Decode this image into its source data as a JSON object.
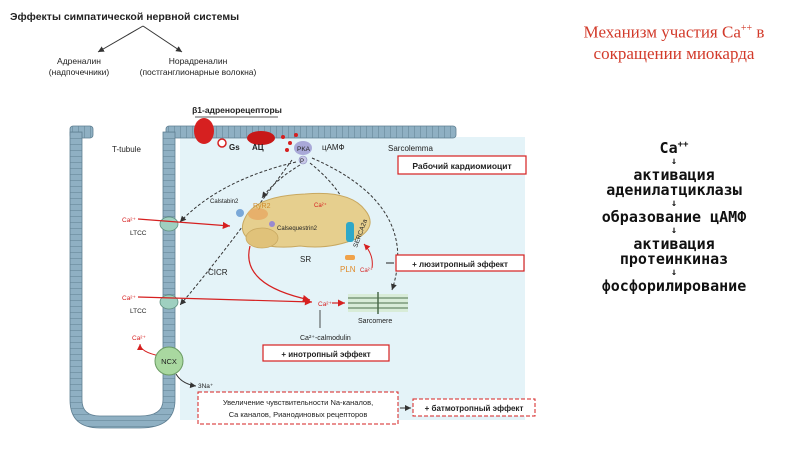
{
  "diagram": {
    "heading": "Эффекты симпатической нервной системы",
    "adrenaline": "Адреналин",
    "adrenaline_source": "(надпочечники)",
    "noradrenaline": "Норадреналин",
    "noradrenaline_source": "(постганглионарные волокна)",
    "receptors": "β1-адренорецепторы",
    "gs": "Gs",
    "ac": "АЦ",
    "pka": "PKA",
    "camp": "цАМФ",
    "p": "P",
    "t_tubule": "T-tubule",
    "sarcolemma": "Sarcolemma",
    "cell_label": "Рабочий кардиомиоцит",
    "calstabin": "Calstabin2",
    "ryr": "RyR2",
    "calsequestrin": "Calsequestrin2",
    "serca": "SERCA2a",
    "sr": "SR",
    "pln": "PLN",
    "ca": "Ca²⁺",
    "ltcc": "LTCC",
    "cicr": "CICR",
    "lusitropic": "+ люзитропный эффект",
    "sarcomere": "Sarcomere",
    "calmodulin": "Ca²⁺-calmodulin",
    "inotropic": "+ инотропный эффект",
    "ncx": "NCX",
    "na": "3Na⁺",
    "sensitivity_line1": "Увеличение чувствительности Na-каналов,",
    "sensitivity_line2": "Ca каналов, Рианодиновых рецепторов",
    "bathmotropic": "+ батмотропный эффект"
  },
  "title": {
    "line1_prefix": "Механизм участия Ca",
    "line1_sup": "++",
    "line1_suffix": " в",
    "line2": "сокращении миокарда"
  },
  "chain": {
    "ion": "Ca",
    "ion_charge": "++",
    "arrow": "↓",
    "step1_line1": "активация",
    "step1_line2": "аденилатциклазы",
    "step2": "образование цАМФ",
    "step3_line1": "активация",
    "step3_line2": "протеинкиназ",
    "step4": "фосфорилирование"
  },
  "colors": {
    "membrane": "#7fa3b8",
    "cytoplasm": "#e4f3f8",
    "accent_red": "#d62020",
    "title_red": "#d23a2a",
    "sr_fill": "#e6cf8e",
    "ncx_green": "#a9d8a0"
  }
}
